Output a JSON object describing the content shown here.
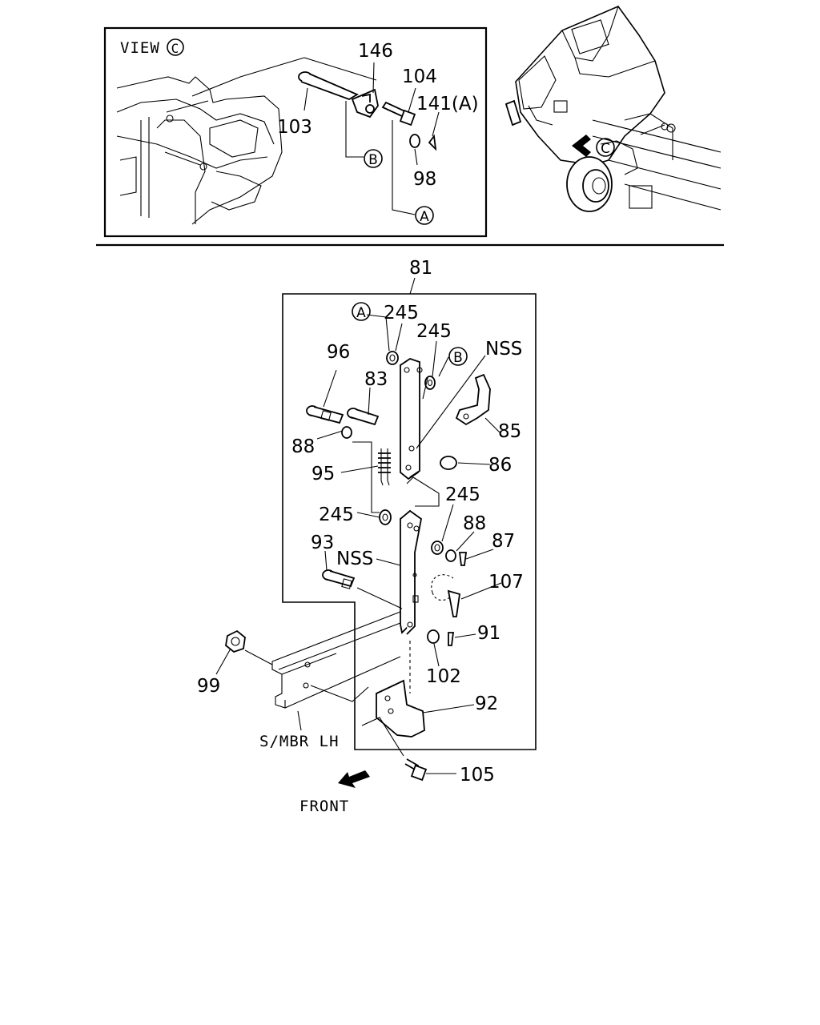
{
  "view_inset": {
    "title": "VIEW",
    "title_ref": "C",
    "callouts": {
      "p146": "146",
      "p104": "104",
      "p141": "141(A)",
      "p103": "103",
      "p98": "98",
      "refB": "B",
      "refA": "A"
    }
  },
  "overview": {
    "view_marker": "C"
  },
  "main": {
    "assembly_no": "81",
    "callouts": {
      "refA": "A",
      "refB": "B",
      "p245a": "245",
      "p245b": "245",
      "p245c": "245",
      "p245d": "245",
      "nss1": "NSS",
      "nss2": "NSS",
      "p96": "96",
      "p83": "83",
      "p85": "85",
      "p88a": "88",
      "p88b": "88",
      "p86": "86",
      "p95": "95",
      "p87": "87",
      "p93": "93",
      "p107": "107",
      "p91": "91",
      "p99": "99",
      "p102": "102",
      "p92": "92",
      "p105": "105"
    },
    "frame_label": "S/MBR LH",
    "front_label": "FRONT"
  }
}
